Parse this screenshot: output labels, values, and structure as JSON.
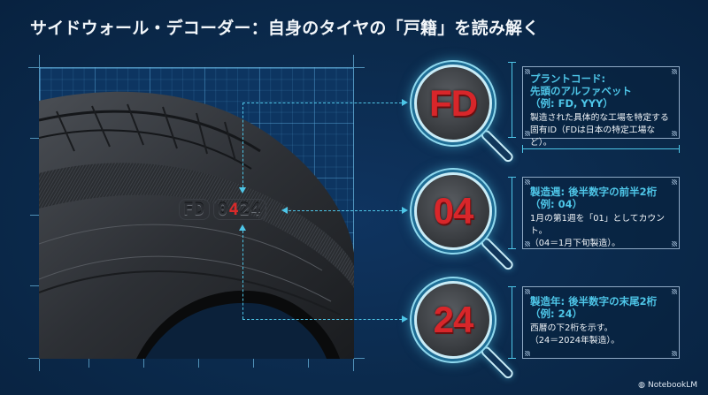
{
  "header": {
    "title": "サイドウォール・デコーダー：自身のタイヤの「戸籍」を読み解く"
  },
  "tire": {
    "plant_code": "FD",
    "date_code_parts": [
      "0",
      "4",
      "24"
    ],
    "date_code_full": "0424",
    "highlight_color": "#d92a2a"
  },
  "magnifiers": [
    {
      "label": "FD"
    },
    {
      "label": "04"
    },
    {
      "label": "24"
    }
  ],
  "info_boxes": [
    {
      "heading_line1": "プラントコード:",
      "heading_line2": "先頭のアルファベット",
      "heading_line3": "（例: FD, YYY）",
      "body_line1": "製造された具体的な工場を特定する",
      "body_line2": "固有ID（FDは日本の特定工場など）。"
    },
    {
      "heading_line1": "製造週: 後半数字の前半2桁",
      "heading_line2": "（例: 04）",
      "body_line1": "1月の第1週を「01」としてカウント。",
      "body_line2": "（04＝1月下旬製造）。"
    },
    {
      "heading_line1": "製造年: 後半数字の末尾2桁",
      "heading_line2": "（例: 24）",
      "body_line1": "西暦の下2桁を示す。",
      "body_line2": "（24＝2024年製造）。"
    }
  ],
  "colors": {
    "background": "#0b2a4c",
    "accent": "#4ec6e8",
    "digit_red": "#d8262a"
  },
  "footer": {
    "brand": "NotebookLM",
    "icon": "notebooklm-logo-icon"
  }
}
